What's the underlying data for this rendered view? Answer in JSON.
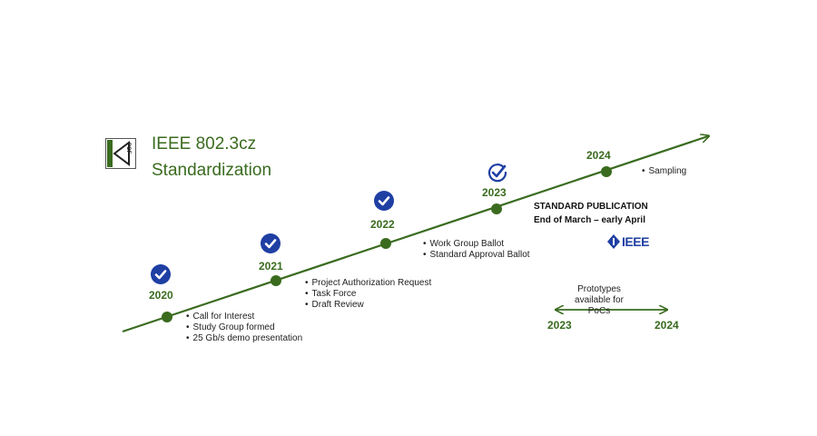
{
  "title_line1": "IEEE 802.3cz",
  "title_line2": "Standardization",
  "logo_text": "POF",
  "milestones": [
    {
      "year": "2020",
      "checked": true,
      "bullets": [
        "Call for Interest",
        "Study Group formed",
        "25 Gb/s demo presentation"
      ]
    },
    {
      "year": "2021",
      "checked": true,
      "bullets": [
        "Project  Authorization Request",
        "Task Force",
        "Draft Review"
      ]
    },
    {
      "year": "2022",
      "checked": true,
      "bullets": [
        "Work Group Ballot",
        "Standard Approval Ballot"
      ]
    },
    {
      "year": "2023",
      "checked": true,
      "outline": true,
      "bullets": []
    },
    {
      "year": "2024",
      "checked": false,
      "bullets": [
        "Sampling"
      ]
    }
  ],
  "publication": {
    "heading": "STANDARD PUBLICATION",
    "date": "End of March – early April",
    "ieee_label": "IEEE"
  },
  "prototypes": {
    "line1": "Prototypes",
    "line2": "available for PoCs",
    "start": "2023",
    "end": "2024"
  },
  "colors": {
    "green": "#3a6b1f",
    "blue": "#1f3fa3"
  }
}
